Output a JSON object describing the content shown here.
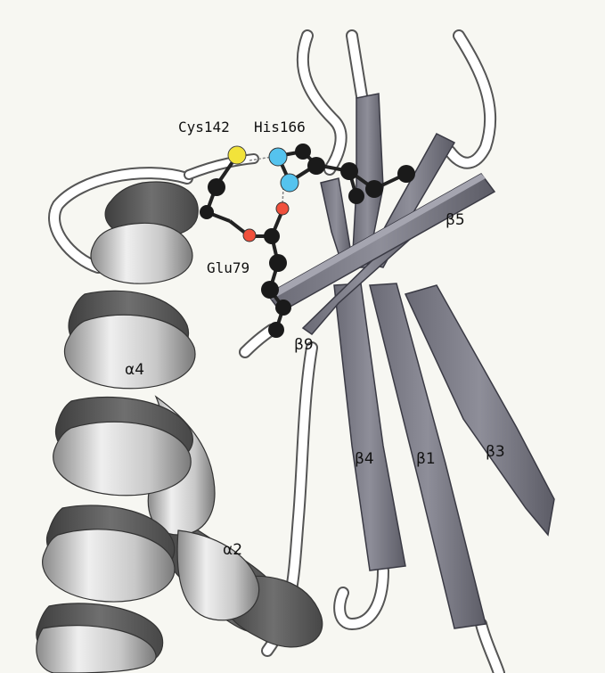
{
  "figure": {
    "labels": {
      "cys": "Cys142",
      "his": "His166",
      "glu": "Glu79",
      "b5": "β5",
      "b9": "β9",
      "b4": "β4",
      "b1": "β1",
      "b3": "β3",
      "a4": "α4",
      "a2": "α2"
    },
    "colors": {
      "background": "#f7f7f2",
      "helix_light": "#d9d9d9",
      "helix_dark": "#6e6e6e",
      "strand": "#7b7b86",
      "strand_dark": "#4d4d57",
      "coil": "#ffffff",
      "atom_carbon": "#1a1a1a",
      "atom_nitrogen": "#55c3ee",
      "atom_oxygen": "#f0503c",
      "atom_sulfur": "#f2e33a"
    }
  }
}
